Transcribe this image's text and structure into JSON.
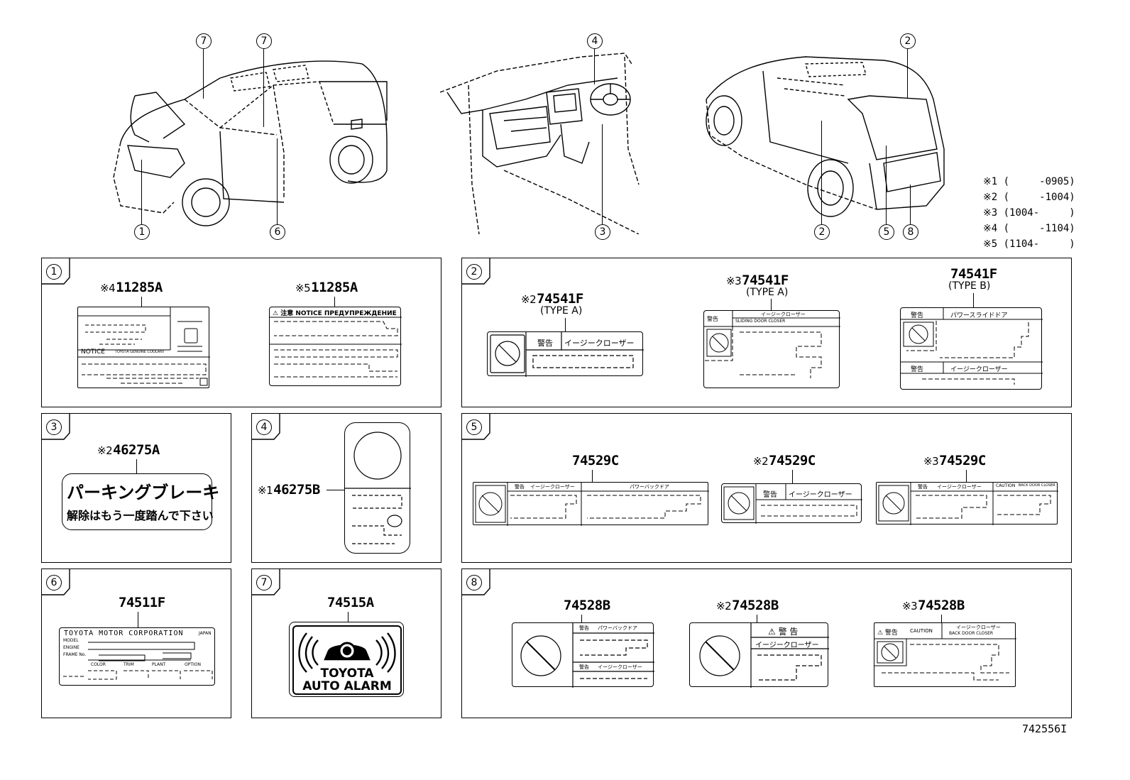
{
  "footer": {
    "code": "742556I"
  },
  "notes": [
    "※1 (     -0905)",
    "※2 (     -1004)",
    "※3 (1004-     )",
    "※4 (     -1104)",
    "※5 (1104-     )"
  ],
  "callouts": {
    "front_car": [
      "7",
      "7",
      "1",
      "6"
    ],
    "interior": [
      "4",
      "3"
    ],
    "rear_car": [
      "2",
      "2",
      "5",
      "8"
    ]
  },
  "panels": {
    "p1": {
      "num": "1",
      "labels": [
        {
          "mark": "※4",
          "part": "11285A",
          "notice": "NOTICE",
          "coolant": "TOYOTA GENUINE COOLANT"
        },
        {
          "mark": "※5",
          "part": "11285A",
          "header": "⚠ 注意 NOTICE ПРЕДУПРЕЖДЕНИЕ"
        }
      ]
    },
    "p2": {
      "num": "2",
      "labels": [
        {
          "mark": "※2",
          "part": "74541F",
          "type": "(TYPE A)",
          "warn": "警告",
          "text": "イージークローザー"
        },
        {
          "mark": "※3",
          "part": "74541F",
          "type": "(TYPE A)",
          "warn": "警告",
          "text": "イージークローザー",
          "text2": "SLIDING DOOR CLOSER"
        },
        {
          "mark": "",
          "part": "74541F",
          "type": "(TYPE B)",
          "warn": "警告",
          "text": "パワースライドドア",
          "warn2": "警告",
          "text3": "イージークローザー"
        }
      ]
    },
    "p3": {
      "num": "3",
      "mark": "※2",
      "part": "46275A",
      "line1": "パーキングブレーキ",
      "line2": "解除はもう一度踏んで下さい"
    },
    "p4": {
      "num": "4",
      "mark": "※1",
      "part": "46275B"
    },
    "p5": {
      "num": "5",
      "labels": [
        {
          "mark": "",
          "part": "74529C",
          "warn": "警告",
          "text": "イージークローザー",
          "text2": "パワーバックドア"
        },
        {
          "mark": "※2",
          "part": "74529C",
          "warn": "警告",
          "text": "イージークローザー"
        },
        {
          "mark": "※3",
          "part": "74529C",
          "warn": "警告",
          "text": "イージークローザー",
          "text2": "CAUTION",
          "text3": "BACK DOOR CLOSER"
        }
      ]
    },
    "p6": {
      "num": "6",
      "part": "74511F",
      "maker": "TOYOTA MOTOR CORPORATION",
      "country": "JAPAN",
      "rows": [
        "MODEL",
        "ENGINE",
        "FRAME No."
      ],
      "cols": [
        "COLOR",
        "TRIM",
        "PLANT",
        "OPTION"
      ]
    },
    "p7": {
      "num": "7",
      "part": "74515A",
      "line1": "TOYOTA",
      "line2": "AUTO ALARM"
    },
    "p8": {
      "num": "8",
      "labels": [
        {
          "mark": "",
          "part": "74528B",
          "warn": "警告",
          "text": "パワーバックドア",
          "text2": "イージークローザー"
        },
        {
          "mark": "※2",
          "part": "74528B",
          "warn": "⚠ 警 告",
          "text": "イージークローザー"
        },
        {
          "mark": "※3",
          "part": "74528B",
          "warn": "⚠ 警告",
          "text": "CAUTION",
          "text2": "イージークローザー",
          "text3": "BACK DOOR CLOSER"
        }
      ]
    }
  }
}
